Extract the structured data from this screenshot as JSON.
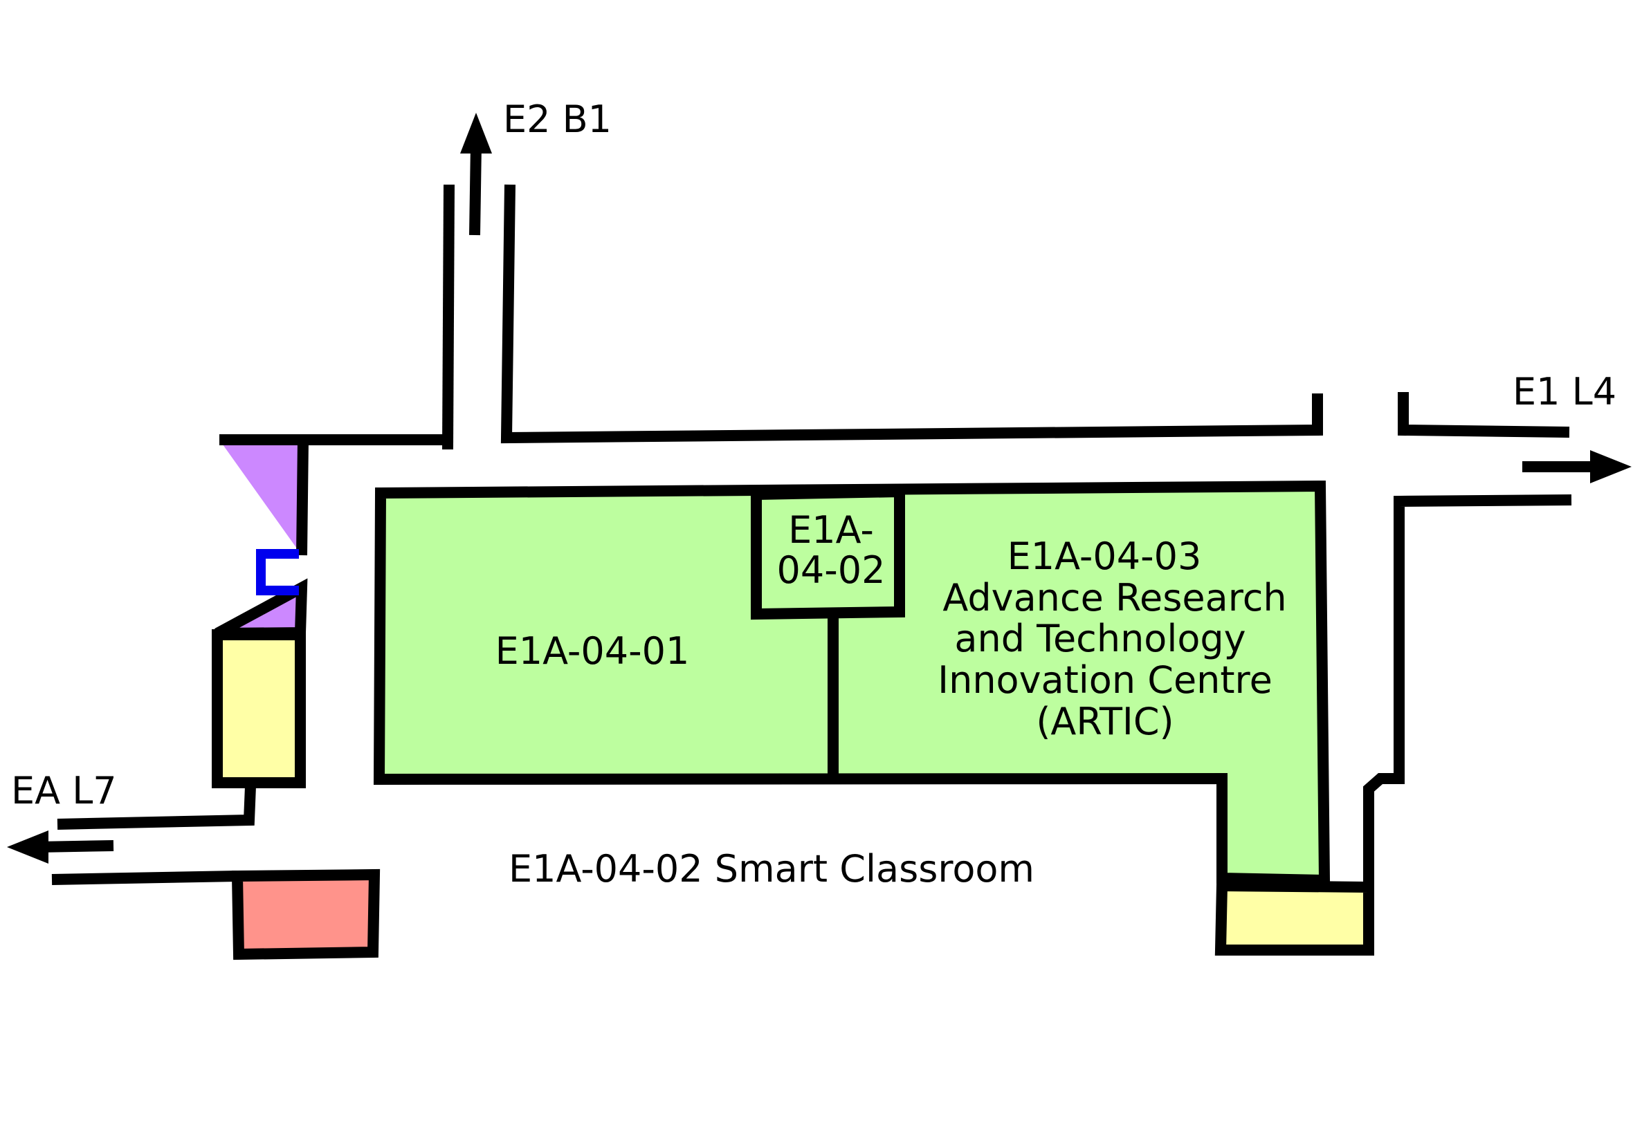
{
  "map": {
    "colors": {
      "rooms": "#bdfe9f",
      "purple_room": "#cc88ff",
      "yellow_room": "#ffffa6",
      "red_room": "#ff938b",
      "door": "#0000ee",
      "wall": "#000000"
    },
    "directions": {
      "north": "E2 B1",
      "east": "E1 L4",
      "west": "EA L7"
    },
    "rooms": {
      "room_01": "E1A-04-01",
      "room_02_line1": "E1A-",
      "room_02_line2": "04-02",
      "room_03_line1": "E1A-04-03",
      "room_03_line2": "Advance Research",
      "room_03_line3": "and Technology",
      "room_03_line4": "Innovation Centre",
      "room_03_line5": "(ARTIC)"
    },
    "corridor_label": "E1A-04-02 Smart Classroom"
  }
}
